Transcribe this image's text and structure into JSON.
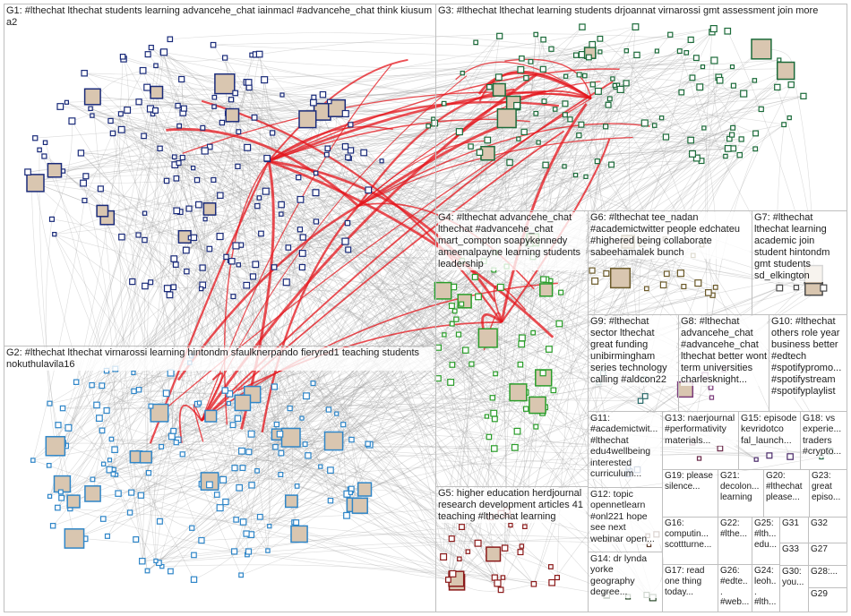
{
  "groups": [
    {
      "id": "G1",
      "label": "G1: #lthechat lthechat students learning advancehe_chat iainmacl #advancehe_chat think kiusum a2",
      "color": "#1a2b7a"
    },
    {
      "id": "G2",
      "label": "G2: #lthechat lthechat virnarossi learning hintondm sfaulknerpando fieryred1 teaching students nokuthulavila16",
      "color": "#2f86c8"
    },
    {
      "id": "G3",
      "label": "G3: #lthechat lthechat learning students drjoannat virnarossi gmt assessment join more",
      "color": "#1c6b3a"
    },
    {
      "id": "G4",
      "label": "G4: #lthechat advancehe_chat lthechat #advancehe_chat mart_compton soapykennedy ameenalpayne learning students leadership",
      "color": "#2a9d2a"
    },
    {
      "id": "G5",
      "label": "G5: higher education herdjournal research development articles 41 teaching #lthechat learning",
      "color": "#8b1a1a"
    },
    {
      "id": "G6",
      "label": "G6: #lthechat tee_nadan #academictwitter people edchateu #highered being collaborate sabeehamalek bunch",
      "color": "#6b5a2a"
    },
    {
      "id": "G7",
      "label": "G7: #lthechat lthechat learning academic join student hintondm gmt students sd_elkington",
      "color": "#4a4a4a"
    },
    {
      "id": "G8",
      "label": "G8: #lthechat advancehe_chat #advancehe_chat lthechat better wont term universities charlesknight...",
      "color": "#7a3a7a"
    },
    {
      "id": "G9",
      "label": "G9: #lthechat sector lthechat great funding unibirmingham series technology calling #aldcon22",
      "color": "#2a6a6a"
    },
    {
      "id": "G10",
      "label": "G10: #lthechat others role year business better #edtech #spotifypromo... #spotifystream #spotifyplaylist",
      "color": "#8a6a1a"
    },
    {
      "id": "G11",
      "label": "G11: #academictwit... #lthechat edu4wellbeing interested curriculum...",
      "color": "#3a5a8a"
    },
    {
      "id": "G12",
      "label": "G12: topic opennetlearn #onl221 hope see next webinar open...",
      "color": "#5a3a2a"
    },
    {
      "id": "G13",
      "label": "G13: naerjournal #performativity materials...",
      "color": "#6a2a4a"
    },
    {
      "id": "G14",
      "label": "G14: dr lynda yorke geography degree...",
      "color": "#2a4a2a"
    },
    {
      "id": "G15",
      "label": "G15: episode kevridotco fal_launch...",
      "color": "#4a2a6a"
    },
    {
      "id": "G16",
      "label": "G16: computin... scottturne...",
      "color": "#2a2a6a"
    },
    {
      "id": "G17",
      "label": "G17: read one thing today...",
      "color": "#6a4a2a"
    },
    {
      "id": "G18",
      "label": "G18: vs experie... traders #crypto...",
      "color": "#2a6a4a"
    },
    {
      "id": "G19",
      "label": "G19: please silence...",
      "color": "#6a2a2a"
    },
    {
      "id": "G20",
      "label": "G20: #lthechat please...",
      "color": "#4a6a2a"
    },
    {
      "id": "G21",
      "label": "G21: decolon... learning",
      "color": "#2a4a6a"
    },
    {
      "id": "G22",
      "label": "G22: #lthe...",
      "color": "#5a5a2a"
    },
    {
      "id": "G23",
      "label": "G23: great episo...",
      "color": "#6a2a6a"
    },
    {
      "id": "G24",
      "label": "G24: leoh... #lth...",
      "color": "#2a5a5a"
    },
    {
      "id": "G25",
      "label": "G25: #lth... edu...",
      "color": "#5a2a5a"
    },
    {
      "id": "G26",
      "label": "G26: #edte... #web...",
      "color": "#3a3a3a"
    },
    {
      "id": "G27",
      "label": "G27",
      "color": "#444444"
    },
    {
      "id": "G28",
      "label": "G28:...",
      "color": "#444444"
    },
    {
      "id": "G29",
      "label": "G29",
      "color": "#444444"
    },
    {
      "id": "G30",
      "label": "G30: you...",
      "color": "#444444"
    },
    {
      "id": "G31",
      "label": "G31",
      "color": "#444444"
    },
    {
      "id": "G32",
      "label": "G32",
      "color": "#444444"
    },
    {
      "id": "G33",
      "label": "G33",
      "color": "#444444"
    }
  ],
  "palette": {
    "edge": "#9a9a9a",
    "edge_highlight": "#e4141b",
    "node_border": "#333333"
  }
}
